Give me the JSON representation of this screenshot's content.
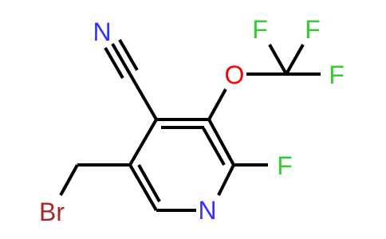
{
  "atoms": {
    "nitrile_n": {
      "symbol": "N",
      "color": "#3333ff"
    },
    "ether_o": {
      "symbol": "O",
      "color": "#ff0000"
    },
    "cf3_f1": {
      "symbol": "F",
      "color": "#33cc33"
    },
    "cf3_f2": {
      "symbol": "F",
      "color": "#33cc33"
    },
    "cf3_f3": {
      "symbol": "F",
      "color": "#33cc33"
    },
    "ring_f": {
      "symbol": "F",
      "color": "#33cc33"
    },
    "ring_n": {
      "symbol": "N",
      "color": "#3333ff"
    },
    "bromine": {
      "symbol": "Br",
      "color": "#a62929"
    }
  },
  "bond_color": "#000000"
}
